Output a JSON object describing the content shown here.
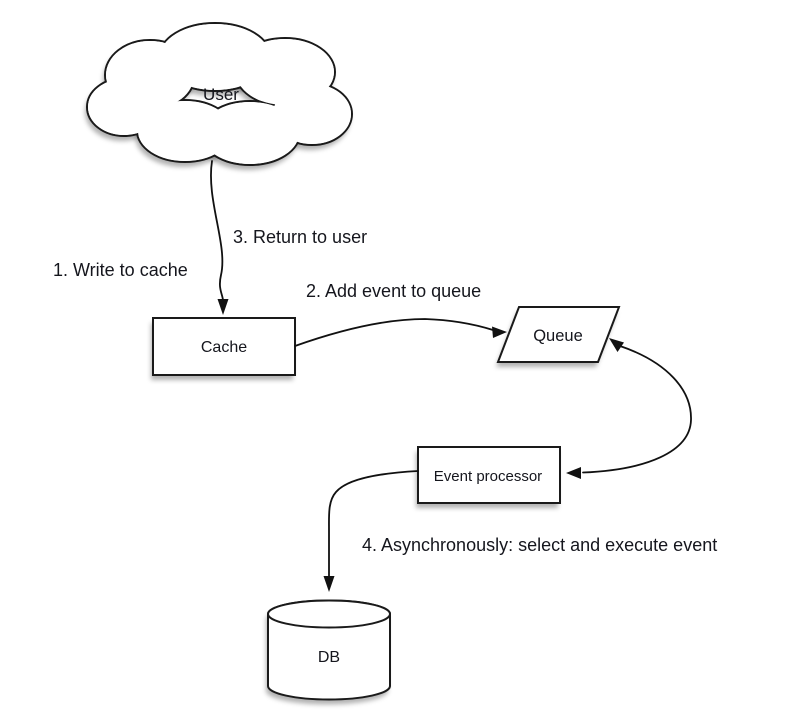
{
  "diagram": {
    "background": "#ffffff",
    "stroke_color": "#1a1a1a",
    "text_color": "#15161d",
    "shadow_color": "rgba(0,0,0,0.30)",
    "nodes": {
      "user": {
        "label": "User",
        "shape": "cloud"
      },
      "cache": {
        "label": "Cache",
        "shape": "rectangle"
      },
      "queue": {
        "label": "Queue",
        "shape": "parallelogram"
      },
      "event_processor": {
        "label": "Event processor",
        "shape": "rectangle"
      },
      "db": {
        "label": "DB",
        "shape": "cylinder"
      }
    },
    "annotations": {
      "step1": "1. Write to cache",
      "step2": "2. Add event to queue",
      "step3": "3. Return to user",
      "step4": "4. Asynchronously: select and execute event"
    },
    "edges": [
      {
        "from": "user",
        "to": "cache",
        "style": "arrow"
      },
      {
        "from": "cache",
        "to": "queue",
        "style": "arrow"
      },
      {
        "from": "queue",
        "to": "event_processor",
        "style": "double-arrow"
      },
      {
        "from": "event_processor",
        "to": "db",
        "style": "arrow"
      }
    ]
  }
}
